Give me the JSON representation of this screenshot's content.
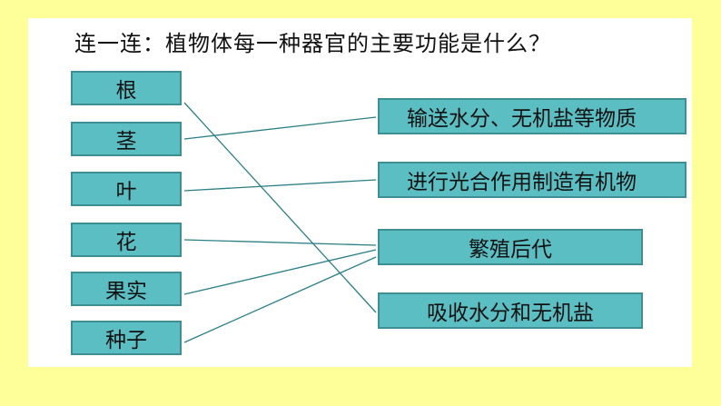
{
  "question": "连一连：植物体每一种器官的主要功能是什么？",
  "organs": [
    "根",
    "茎",
    "叶",
    "花",
    "果实",
    "种子"
  ],
  "functions": [
    "输送水分、无机盐等物质",
    "进行光合作用制造有机物",
    "繁殖后代",
    "吸收水分和无机盐"
  ],
  "connections": [
    {
      "organ": "根",
      "function": "吸收水分和无机盐"
    },
    {
      "organ": "茎",
      "function": "输送水分、无机盐等物质"
    },
    {
      "organ": "叶",
      "function": "进行光合作用制造有机物"
    },
    {
      "organ": "花",
      "function": "繁殖后代"
    },
    {
      "organ": "果实",
      "function": "繁殖后代"
    },
    {
      "organ": "种子",
      "function": "繁殖后代"
    }
  ],
  "colors": {
    "background": "#FFFF99",
    "box_fill": "#5BBEC3",
    "box_border": "#3E8F94",
    "line": "#2A7F85"
  }
}
